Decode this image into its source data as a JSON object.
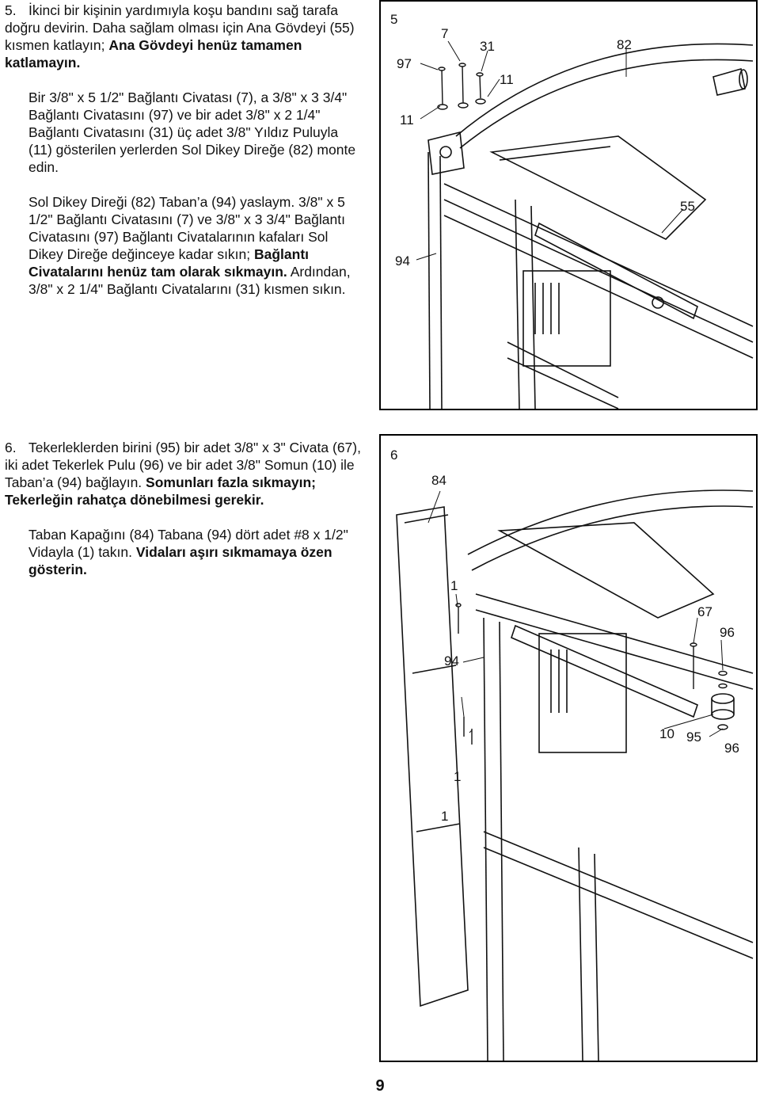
{
  "step5": {
    "number": "5.",
    "line1_a": "İkinci bir kişinin yardımıyla koşu bandını sağ tarafa doğru devirin. Daha sağlam olması için Ana Gövdeyi (55) kısmen katlayın; ",
    "line1_b": "Ana Gövdeyi henüz tamamen katlamayın.",
    "para2": "Bir 3/8\" x 5 1/2\" Bağlantı Civatası (7), a 3/8\" x 3 3/4\" Bağlantı Civatasını (97) ve bir adet 3/8\" x 2 1/4\" Bağlantı Civatasını (31) üç adet 3/8\" Yıldız Puluyla (11) gösterilen yerlerden Sol Dikey Direğe (82) monte edin.",
    "para3_a": "Sol Dikey Direği (82) Taban’a (94) yaslaym. 3/8\" x 5 1/2\" Bağlantı Civatasını (7) ve 3/8\" x 3 3/4\" Bağlantı Civatasını (97) Bağlantı Civatalarının kafaları Sol Dikey Direğe değinceye kadar sıkın; ",
    "para3_b": "Bağlantı Civatalarını henüz tam olarak sıkmayın.",
    "para3_c": " Ardından, 3/8\" x 2 1/4\" Bağlantı Civatalarını (31) kısmen sıkın."
  },
  "step6": {
    "number": "6.",
    "para1_a": "Tekerleklerden birini (95) bir adet 3/8\" x 3\" Civata (67), iki adet Tekerlek Pulu (96) ve bir adet 3/8\" Somun (10) ile Taban’a (94) bağlayın. ",
    "para1_b": "Somunları fazla sıkmayın; Tekerleğin rahatça dönebilmesi gerekir.",
    "para2_a": "Taban Kapağını (84) Tabana (94) dört adet #8 x 1/2\" Vidayla (1) takın. ",
    "para2_b": "Vidaları aşırı sıkmamaya özen gösterin."
  },
  "figure5": {
    "step_label": "5",
    "labels": {
      "c97": "97",
      "c7": "7",
      "c31": "31",
      "c82": "82",
      "c11a": "11",
      "c11b": "11",
      "c55": "55",
      "c94": "94"
    }
  },
  "figure6": {
    "step_label": "6",
    "labels": {
      "c84": "84",
      "c1a": "1",
      "c67": "67",
      "c96a": "96",
      "c94": "94",
      "c10": "10",
      "c95": "95",
      "c96b": "96",
      "c1b": "1",
      "c1c": "1"
    }
  },
  "page_number": "9"
}
